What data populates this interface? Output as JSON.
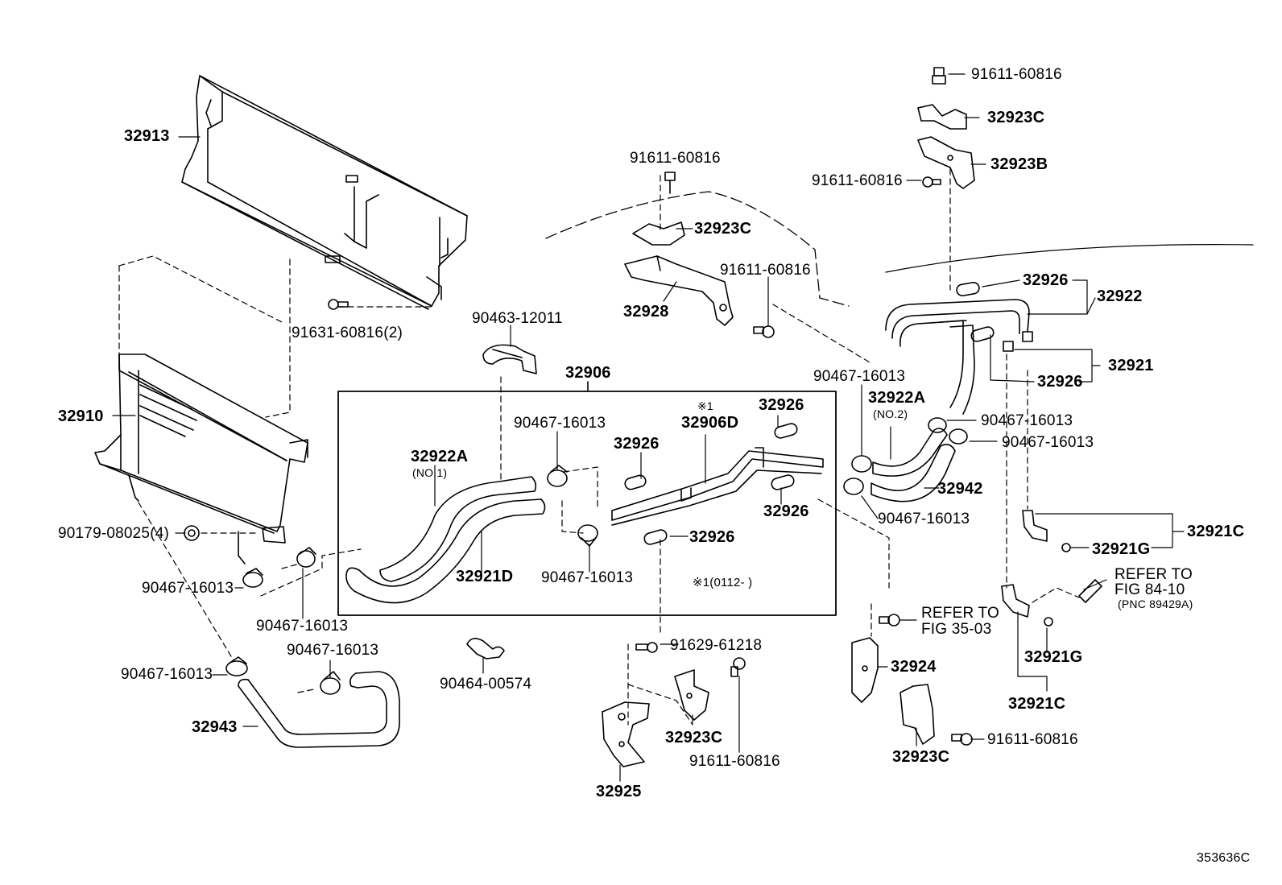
{
  "diagram": {
    "labels": {
      "p32913": "32913",
      "p32910": "32910",
      "p91631": "91631-60816(2)",
      "p90179": "90179-08025(4)",
      "p90467_l1": "90467-16013",
      "p90467_l2": "90467-16013",
      "p90467_l3": "90467-16013",
      "p90467_l4": "90467-16013",
      "p32943": "32943",
      "p90463": "90463-12011",
      "p32906": "32906",
      "p90467_b1": "90467-16013",
      "p90467_b2": "90467-16013",
      "p32922A_1": "32922A",
      "p32922A_1n": "(NO.1)",
      "p32921D": "32921D",
      "p32926_b1": "32926",
      "p32926_b2": "32926",
      "p32926_b3": "32926",
      "p32926_b4": "32926",
      "p32906D_mark": "※1",
      "p32906D": "32906D",
      "p_note1": "※1(0112-    )",
      "p90464": "90464-00574",
      "p91629": "91629-61218",
      "p32923C_m": "32923C",
      "p91611_m": "91611-60816",
      "p32925": "32925",
      "p91611_t": "91611-60816",
      "p32923C_t": "32923C",
      "p32928": "32928",
      "p91611_t2": "91611-60816",
      "p91611_r1": "91611-60816",
      "p32923C_r1": "32923C",
      "p91611_r2": "91611-60816",
      "p32923B": "32923B",
      "p32926_r1": "32926",
      "p32922": "32922",
      "p32921": "32921",
      "p32926_r2": "32926",
      "p90467_r1": "90467-16013",
      "p32922A_2": "32922A",
      "p32922A_2n": "(NO.2)",
      "p90467_r2": "90467-16013",
      "p90467_r3": "90467-16013",
      "p32942": "32942",
      "p90467_r4": "90467-16013",
      "p32921C_1": "32921C",
      "p32921G_1": "32921G",
      "p_ref1": "REFER TO",
      "p_ref1b": "FIG 84-10",
      "p_ref1c": "(PNC 89429A)",
      "p_ref2": "REFER TO",
      "p_ref2b": "FIG 35-03",
      "p32924": "32924",
      "p32921G_2": "32921G",
      "p32921C_2": "32921C",
      "p91611_r3": "91611-60816",
      "p32923C_r2": "32923C",
      "p_code": "353636C"
    }
  }
}
